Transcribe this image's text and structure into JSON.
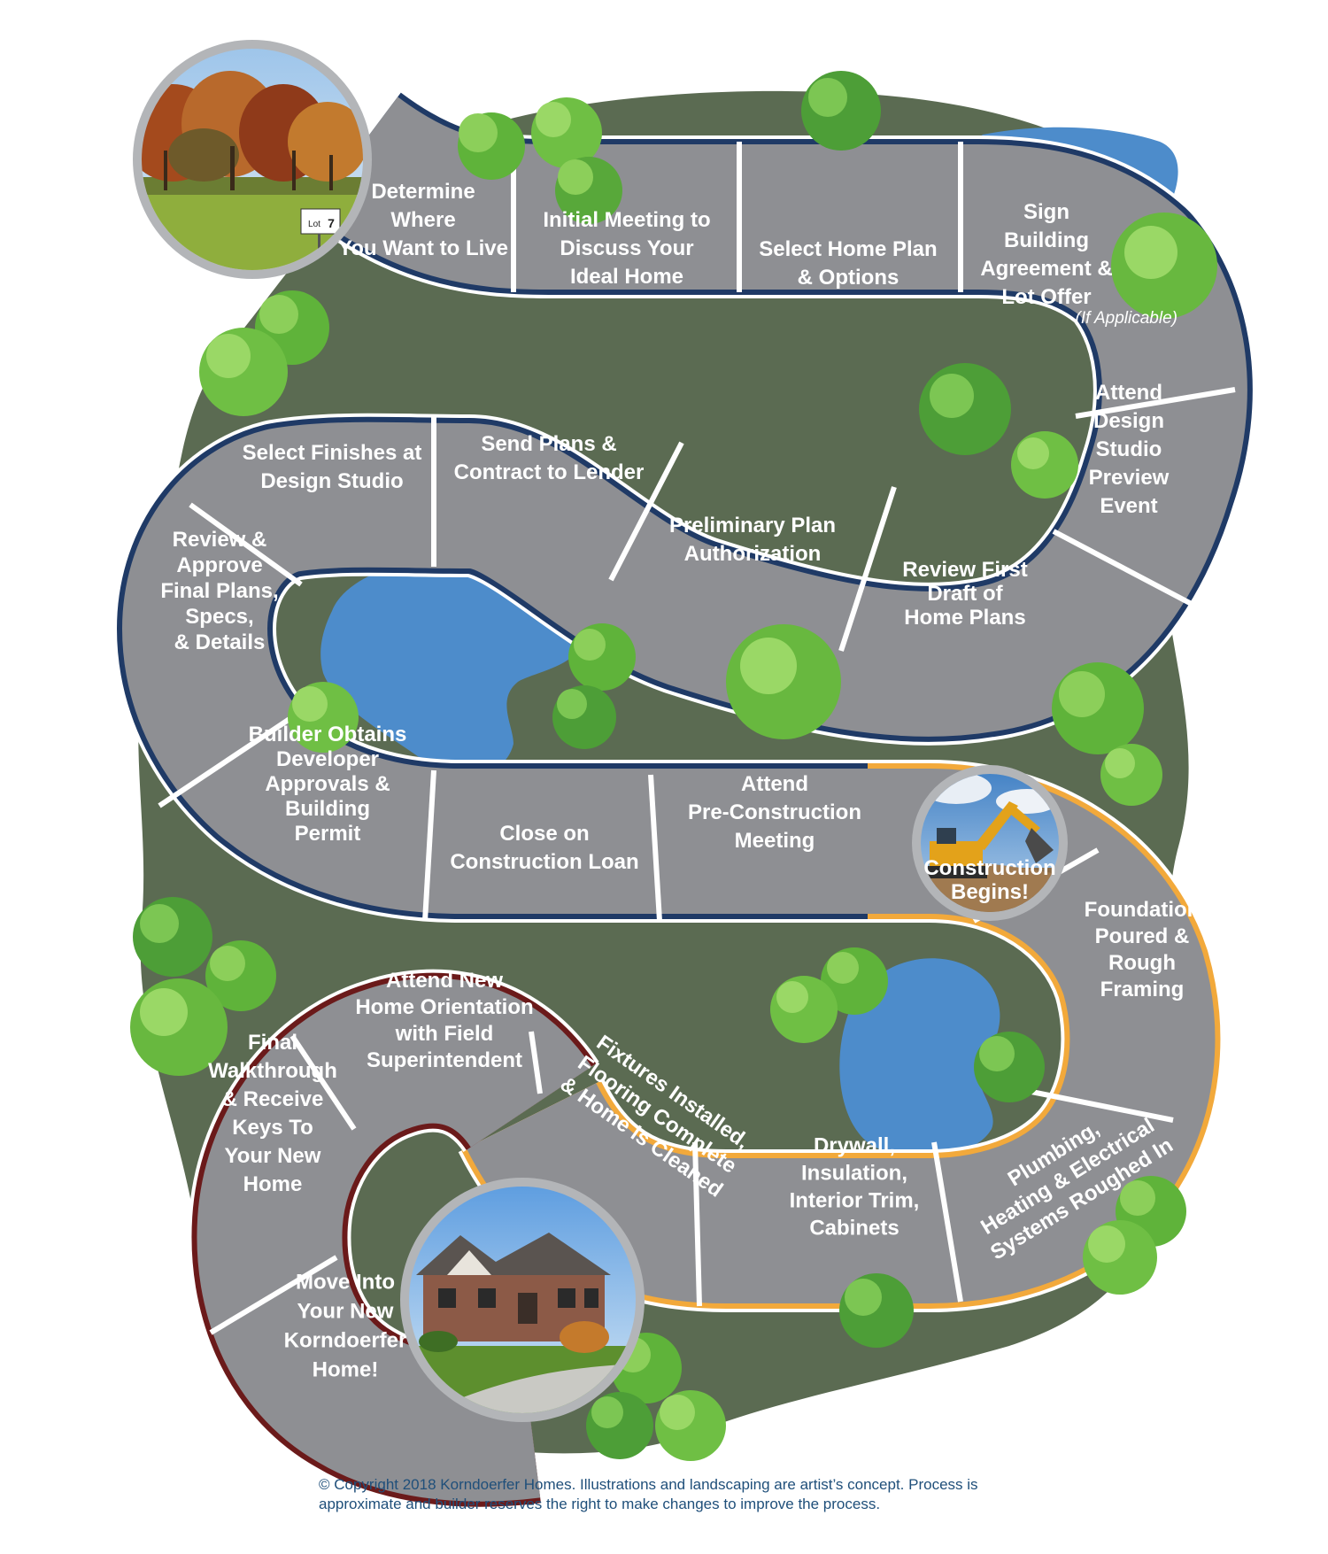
{
  "colors": {
    "grass": "#5b6b52",
    "path": "#8e8f93",
    "border_planning": "#1f3a66",
    "border_construction": "#f2a93b",
    "border_final": "#6b1a1a",
    "pond": "#4d8ccb"
  },
  "steps": [
    {
      "id": "step-determine-where",
      "phase": "planning",
      "lines": [
        "Determine",
        "Where",
        "You Want to Live"
      ]
    },
    {
      "id": "step-initial-meeting",
      "phase": "planning",
      "lines": [
        "Initial Meeting to",
        "Discuss  Your",
        "Ideal Home"
      ]
    },
    {
      "id": "step-select-home-plan",
      "phase": "planning",
      "lines": [
        "Select Home Plan",
        "& Options"
      ]
    },
    {
      "id": "step-sign-agreement",
      "phase": "planning",
      "lines": [
        "Sign",
        "Building",
        "Agreement &",
        "Lot Offer"
      ],
      "note": "(If Applicable)"
    },
    {
      "id": "step-design-preview",
      "phase": "planning",
      "lines": [
        "Attend",
        "Design",
        "Studio",
        "Preview",
        "Event"
      ]
    },
    {
      "id": "step-review-first-draft",
      "phase": "planning",
      "lines": [
        "Review First",
        "Draft of",
        "Home Plans"
      ]
    },
    {
      "id": "step-preliminary-plan",
      "phase": "planning",
      "lines": [
        "Preliminary Plan",
        "Authorization"
      ]
    },
    {
      "id": "step-send-plans",
      "phase": "planning",
      "lines": [
        "Send Plans &",
        "Contract to Lender"
      ]
    },
    {
      "id": "step-select-finishes",
      "phase": "planning",
      "lines": [
        "Select Finishes at",
        "Design Studio"
      ]
    },
    {
      "id": "step-review-final-plans",
      "phase": "planning",
      "lines": [
        "Review &",
        "Approve",
        "Final Plans,",
        "Specs,",
        "& Details"
      ]
    },
    {
      "id": "step-builder-approvals",
      "phase": "planning",
      "lines": [
        "Builder Obtains",
        "Developer",
        "Approvals &",
        "Building",
        "Permit"
      ]
    },
    {
      "id": "step-close-loan",
      "phase": "planning",
      "lines": [
        "Close on",
        "Construction Loan"
      ]
    },
    {
      "id": "step-preconstruction",
      "phase": "planning",
      "lines": [
        "Attend",
        "Pre-Construction",
        "Meeting"
      ]
    },
    {
      "id": "step-foundation",
      "phase": "construction",
      "lines": [
        "Foundation",
        "Poured &",
        "Rough",
        "Framing"
      ]
    },
    {
      "id": "step-plumbing",
      "phase": "construction",
      "lines": [
        "Plumbing,",
        "Heating & Electrical",
        "Systems Roughed In"
      ]
    },
    {
      "id": "step-drywall",
      "phase": "construction",
      "lines": [
        "Drywall,",
        "Insulation,",
        "Interior Trim,",
        "Cabinets"
      ]
    },
    {
      "id": "step-fixtures",
      "phase": "construction",
      "lines": [
        "Fixtures Installed,",
        "Flooring Complete",
        "& Home is Cleaned"
      ]
    },
    {
      "id": "step-orientation",
      "phase": "final",
      "lines": [
        "Attend New",
        "Home Orientation",
        "with Field",
        "Superintendent"
      ]
    },
    {
      "id": "step-final-walkthrough",
      "phase": "final",
      "lines": [
        "Final",
        "Walkthrough",
        "& Receive",
        "Keys To",
        "Your New",
        "Home"
      ]
    },
    {
      "id": "step-move-in",
      "phase": "final",
      "lines": [
        "Move Into",
        "Your New",
        "Korndoerfer",
        "Home!"
      ]
    }
  ],
  "photos": {
    "lot": {
      "sign_label": "Lot",
      "sign_number": "7"
    },
    "construction": {
      "lines": [
        "Construction",
        "Begins!"
      ]
    },
    "home": {}
  },
  "footer": {
    "line1": "© Copyright 2018 Korndoerfer Homes. Illustrations and landscaping are artist’s concept. Process is",
    "line2": "approximate and builder reserves the right to make changes to improve the process."
  }
}
